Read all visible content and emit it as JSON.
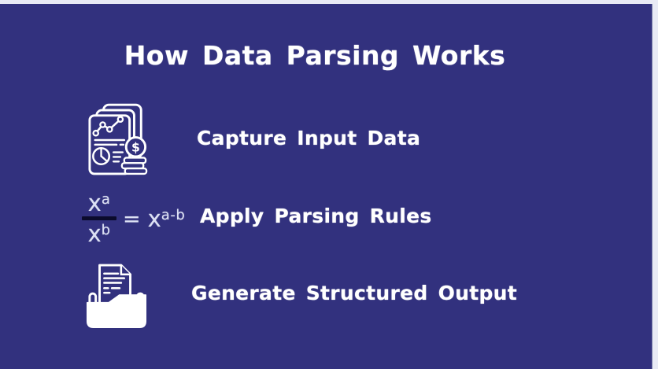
{
  "page": {
    "title": "How Data Parsing Works"
  },
  "steps": [
    {
      "id": 1,
      "icon": "report-chart-coins-icon",
      "label": "Capture Input Data"
    },
    {
      "id": 2,
      "icon": "exponent-quotient-formula",
      "label": "Apply Parsing Rules"
    },
    {
      "id": 3,
      "icon": "document-folder-tray-icon",
      "label": "Generate Structured Output"
    }
  ],
  "formula": {
    "numerator_base": "x",
    "numerator_exponent": "a",
    "denominator_base": "x",
    "denominator_exponent": "b",
    "equals_sign": "=",
    "result_base": "x",
    "result_exponent": "a-b"
  },
  "coin_symbol": "$",
  "colors": {
    "background": "#32317e",
    "frame": "#e8eaf5",
    "frame_border": "#787dac",
    "text": "#ffffff",
    "formula_text": "#dde1f4",
    "fraction_bar": "#0b0b2c"
  }
}
